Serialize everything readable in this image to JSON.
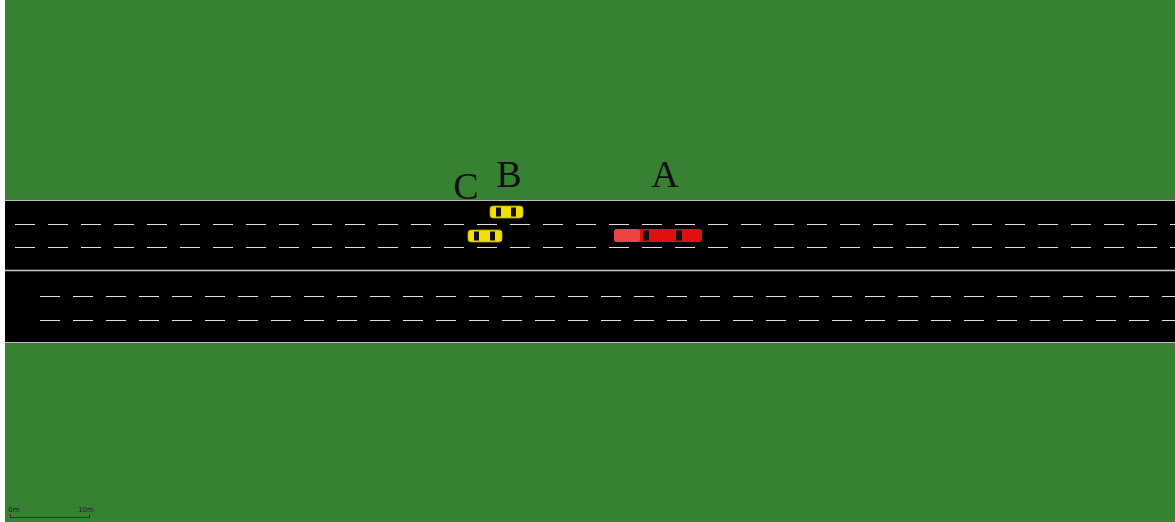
{
  "diagram": {
    "labels": [
      "C",
      "B",
      "A",
      "0m",
      "10m"
    ]
  }
}
